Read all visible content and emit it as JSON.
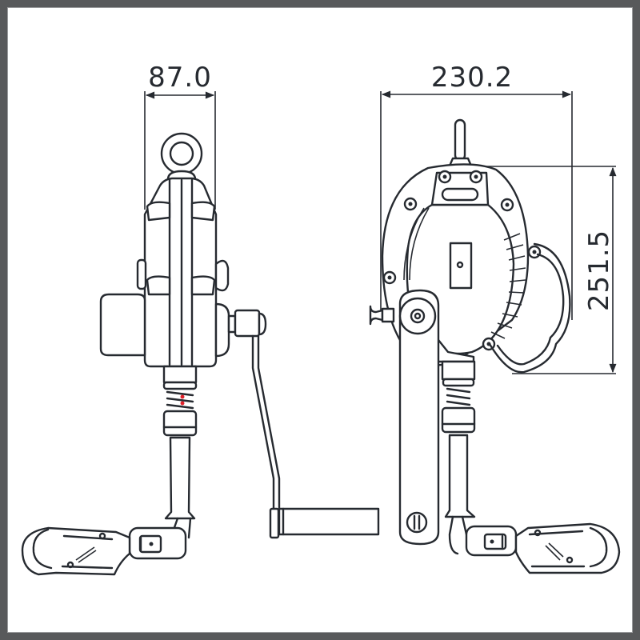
{
  "figure": {
    "type": "technical-dimension-drawing",
    "views": [
      {
        "id": "side-view",
        "description": "Side view of retractable rescue device with eye bolt, crank handle and snap hook"
      },
      {
        "id": "front-view",
        "description": "Front view of retractable rescue device with crank arm and snap hook"
      }
    ]
  },
  "dimensions": {
    "side_width": {
      "value": "87.0",
      "orientation": "horizontal"
    },
    "front_width": {
      "value": "230.2",
      "orientation": "horizontal"
    },
    "front_height": {
      "value": "251.5",
      "orientation": "vertical"
    }
  },
  "colors": {
    "frame": "#58595b",
    "line": "#262a30",
    "accent": "#e0202a",
    "background": "#ffffff"
  }
}
